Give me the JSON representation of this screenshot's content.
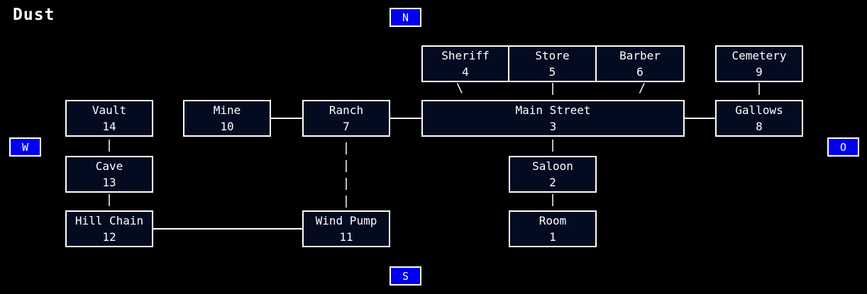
{
  "title": "Dust",
  "colors": {
    "background": "#000000",
    "box_fill": "#020b20",
    "box_border": "#ffffff",
    "compass_fill": "#0000ee",
    "text": "#ffffff"
  },
  "compass": {
    "north": "N",
    "west": "W",
    "south": "S",
    "east": "O"
  },
  "locations": [
    {
      "name": "Sheriff",
      "number": "4"
    },
    {
      "name": "Store",
      "number": "5"
    },
    {
      "name": "Barber",
      "number": "6"
    },
    {
      "name": "Cemetery",
      "number": "9"
    },
    {
      "name": "Vault",
      "number": "14"
    },
    {
      "name": "Mine",
      "number": "10"
    },
    {
      "name": "Ranch",
      "number": "7"
    },
    {
      "name": "Main Street",
      "number": "3"
    },
    {
      "name": "Gallows",
      "number": "8"
    },
    {
      "name": "Cave",
      "number": "13"
    },
    {
      "name": "Saloon",
      "number": "2"
    },
    {
      "name": "Hill Chain",
      "number": "12"
    },
    {
      "name": "Wind Pump",
      "number": "11"
    },
    {
      "name": "Room",
      "number": "1"
    }
  ],
  "glyphs": {
    "down_left": "\\",
    "vertical": "|",
    "down_right": "/"
  },
  "edges": [
    {
      "from": "Sheriff",
      "to": "Main Street",
      "style": "diagonal"
    },
    {
      "from": "Store",
      "to": "Main Street",
      "style": "vertical"
    },
    {
      "from": "Barber",
      "to": "Main Street",
      "style": "diagonal"
    },
    {
      "from": "Cemetery",
      "to": "Gallows",
      "style": "vertical"
    },
    {
      "from": "Vault",
      "to": "Cave",
      "style": "vertical"
    },
    {
      "from": "Cave",
      "to": "Hill Chain",
      "style": "vertical"
    },
    {
      "from": "Mine",
      "to": "Ranch",
      "style": "horizontal"
    },
    {
      "from": "Ranch",
      "to": "Main Street",
      "style": "horizontal"
    },
    {
      "from": "Main Street",
      "to": "Gallows",
      "style": "horizontal"
    },
    {
      "from": "Main Street",
      "to": "Saloon",
      "style": "vertical"
    },
    {
      "from": "Saloon",
      "to": "Room",
      "style": "vertical"
    },
    {
      "from": "Ranch",
      "to": "Wind Pump",
      "style": "vertical-dashed"
    },
    {
      "from": "Hill Chain",
      "to": "Wind Pump",
      "style": "horizontal"
    }
  ]
}
